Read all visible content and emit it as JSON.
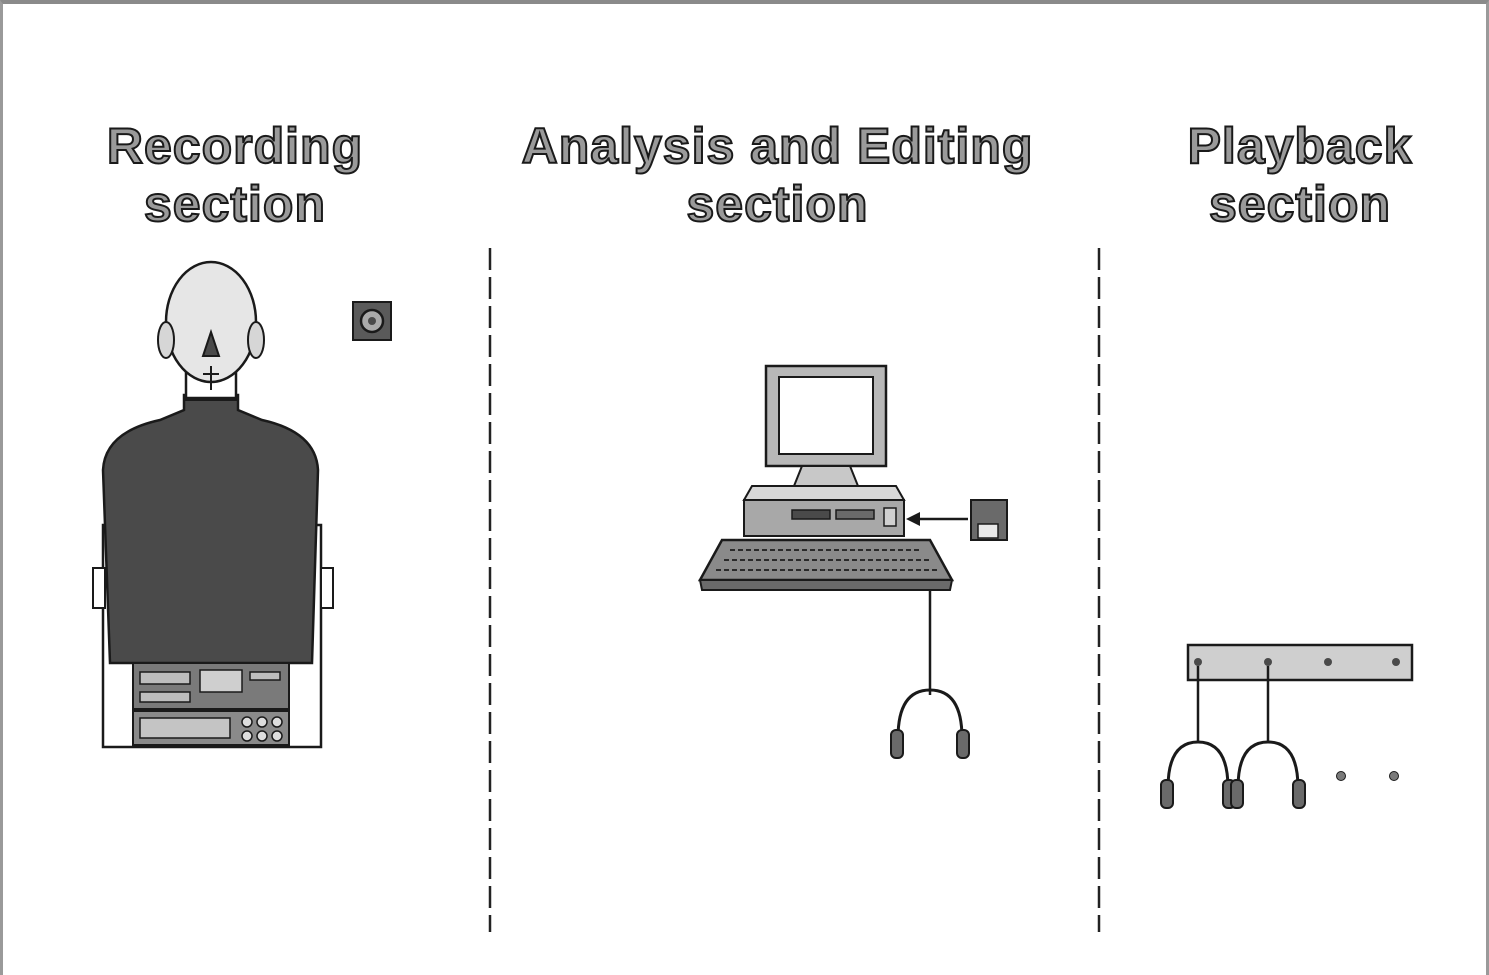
{
  "sections": [
    {
      "line1": "Recording",
      "line2": "section"
    },
    {
      "line1": "Analysis and Editing",
      "line2": "section"
    },
    {
      "line1": "Playback",
      "line2": "section"
    }
  ],
  "icons": {
    "recording": [
      "dummy-head",
      "microphone",
      "recorder"
    ],
    "analysis": [
      "computer",
      "floppy-disk",
      "headphones"
    ],
    "playback": [
      "headphone-amplifier",
      "headphones",
      "ellipsis"
    ]
  },
  "colors": {
    "line": "#1a1a1a",
    "dark_fill": "#4a4a4a",
    "mid_fill": "#9a9a9a",
    "light_fill": "#d6d6d6"
  }
}
